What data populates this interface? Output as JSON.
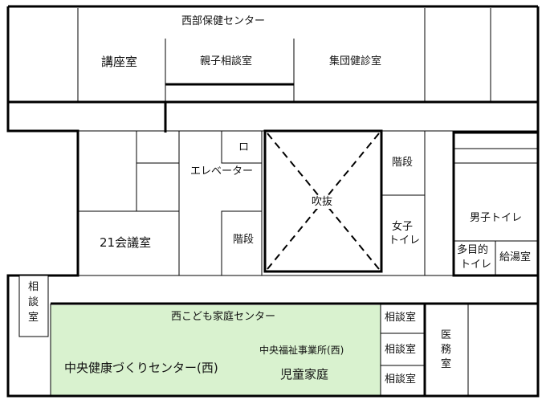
{
  "floor_plan": {
    "top_block_title": "西部保健センター",
    "rooms": {
      "kouza": "講座室",
      "oyako": "親子相談室",
      "shudan": "集団健診室",
      "elevator_mark": "ロ",
      "elevator": "エレベーター",
      "fukinuke": "吹抜",
      "stairs_right": "階段",
      "stairs_left": "階段",
      "kaigi21": "21会議室",
      "women_toilet_1": "女子",
      "women_toilet_2": "トイレ",
      "men_toilet": "男子トイレ",
      "multi_toilet_1": "多目的",
      "multi_toilet_2": "トイレ",
      "kyutou": "給湯室",
      "soudan_left_1": "相",
      "soudan_left_2": "談",
      "soudan_left_3": "室",
      "kodomo_center": "西こども家庭センター",
      "chuo_fukushi": "中央福祉事業所(西)",
      "chuo_kenko": "中央健康づくりセンター(西)",
      "jido_katei": "児童家庭",
      "soudan_1": "相談室",
      "soudan_2": "相談室",
      "soudan_3": "相談室",
      "imu_1": "医",
      "imu_2": "務",
      "imu_3": "室"
    },
    "colors": {
      "line": "#000000",
      "highlight": "#d9f2cf",
      "background": "#ffffff"
    }
  }
}
